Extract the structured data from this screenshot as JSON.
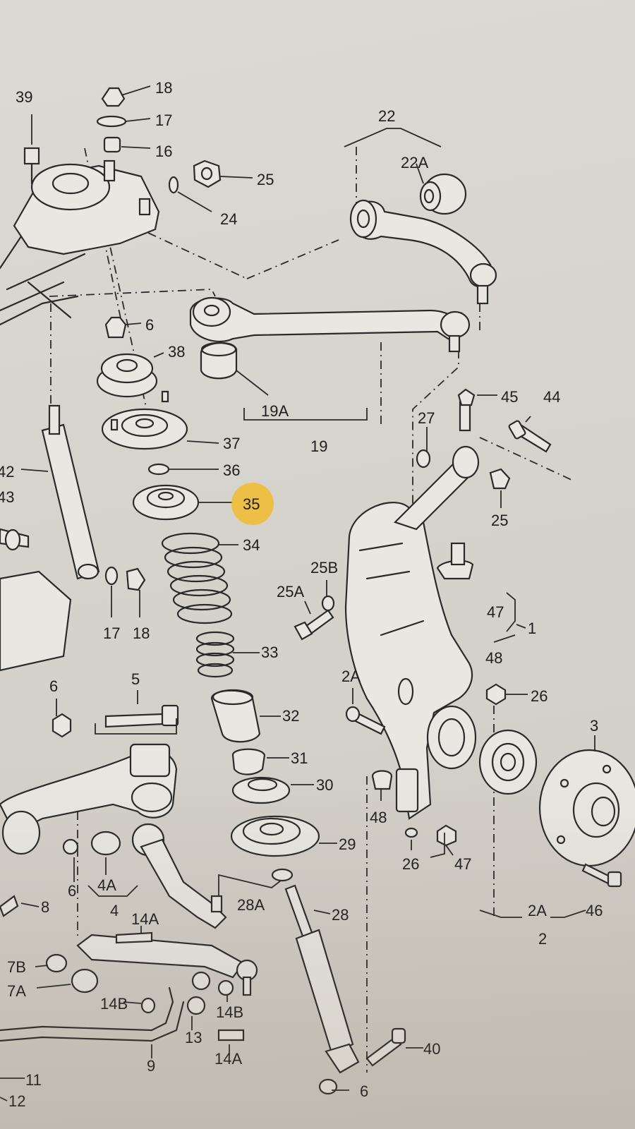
{
  "highlight": {
    "label": "35",
    "color": "#f2bb2e"
  },
  "labels": {
    "l39": "39",
    "l18a": "18",
    "l17a": "17",
    "l16": "16",
    "l25a": "25",
    "l24": "24",
    "l22": "22",
    "l22A": "22A",
    "l6a": "6",
    "l38": "38",
    "l19A": "19A",
    "l19": "19",
    "l45": "45",
    "l44": "44",
    "l27": "27",
    "l25b": "25",
    "l37": "37",
    "l36": "36",
    "l35": "35",
    "l34": "34",
    "l42": "42",
    "l43": "43",
    "l25B": "25B",
    "l25A": "25A",
    "l47a": "47",
    "l1": "1",
    "l48a": "48",
    "l17b": "17",
    "l18b": "18",
    "l33": "33",
    "l6b": "6",
    "l5": "5",
    "l2Aa": "2A",
    "l26a": "26",
    "l32": "32",
    "l3": "3",
    "l31": "31",
    "l30": "30",
    "l48b": "48",
    "l29": "29",
    "l26b": "26",
    "l47b": "47",
    "l6c": "6",
    "l4A": "4A",
    "l4": "4",
    "l8": "8",
    "l28A": "28A",
    "l28": "28",
    "l14Aa": "14A",
    "l2Ab": "2A",
    "l46": "46",
    "l2": "2",
    "l7B": "7B",
    "l7A": "7A",
    "l14Ba": "14B",
    "l14Bb": "14B",
    "l13": "13",
    "l9": "9",
    "l14Ab": "14A",
    "l40": "40",
    "l6d": "6",
    "l11": "11",
    "l12": "12"
  }
}
